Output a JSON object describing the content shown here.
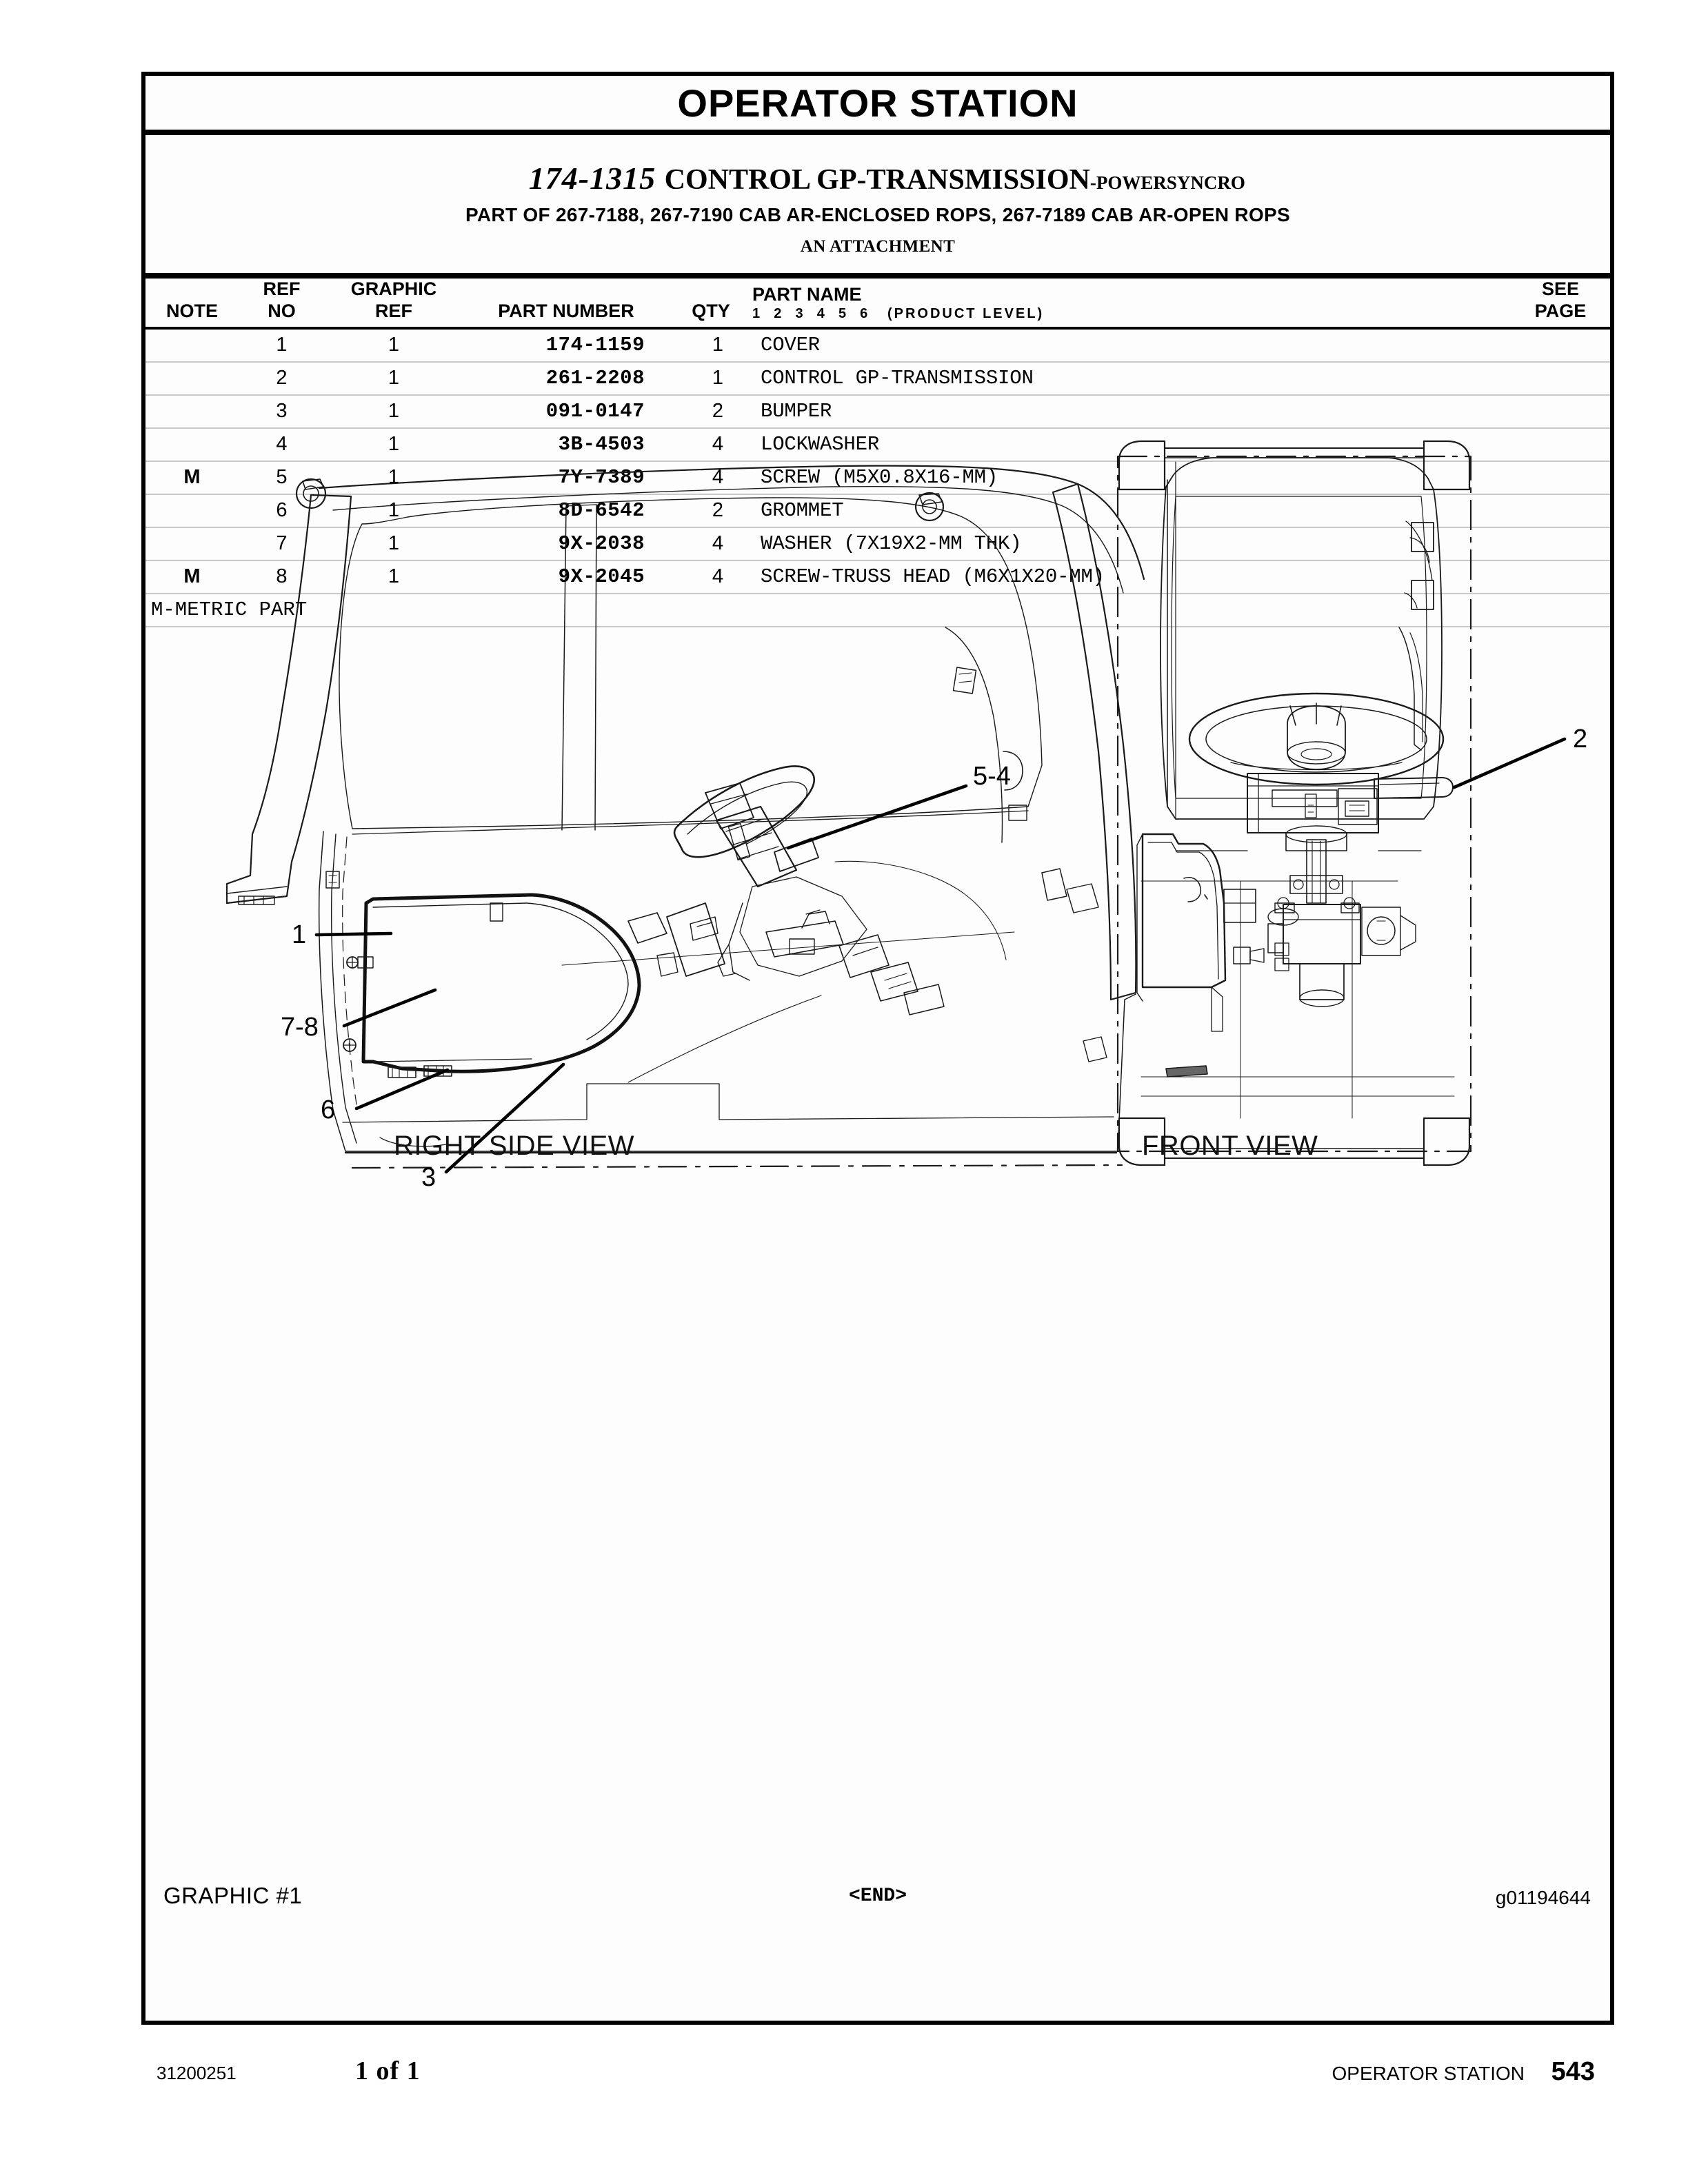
{
  "header": {
    "section_title": "OPERATOR STATION",
    "assembly_number": "174-1315",
    "assembly_name": "CONTROL GP-TRANSMISSION",
    "assembly_suffix": "-POWERSYNCRO",
    "part_of_line": "PART OF 267-7188, 267-7190 CAB AR-ENCLOSED ROPS, 267-7189 CAB AR-OPEN ROPS",
    "attachment_line": "AN ATTACHMENT"
  },
  "table": {
    "columns": {
      "note": "NOTE",
      "ref_no_top": "REF",
      "ref_no_bottom": "NO",
      "graphic_ref_top": "GRAPHIC",
      "graphic_ref_bottom": "REF",
      "part_number": "PART NUMBER",
      "qty": "QTY",
      "part_name": "PART NAME",
      "product_level_scale": "1  2  3  4  5  6   (PRODUCT LEVEL)",
      "see_page_top": "SEE",
      "see_page_bottom": "PAGE"
    },
    "rows": [
      {
        "note": "",
        "ref_no": "1",
        "graphic_ref": "1",
        "part_number": "174-1159",
        "qty": "1",
        "part_name": "COVER",
        "see_page": ""
      },
      {
        "note": "",
        "ref_no": "2",
        "graphic_ref": "1",
        "part_number": "261-2208",
        "qty": "1",
        "part_name": "CONTROL GP-TRANSMISSION",
        "see_page": ""
      },
      {
        "note": "",
        "ref_no": "3",
        "graphic_ref": "1",
        "part_number": "091-0147",
        "qty": "2",
        "part_name": "BUMPER",
        "see_page": ""
      },
      {
        "note": "",
        "ref_no": "4",
        "graphic_ref": "1",
        "part_number": "3B-4503",
        "qty": "4",
        "part_name": "LOCKWASHER",
        "see_page": ""
      },
      {
        "note": "M",
        "ref_no": "5",
        "graphic_ref": "1",
        "part_number": "7Y-7389",
        "qty": "4",
        "part_name": "SCREW (M5X0.8X16-MM)",
        "see_page": ""
      },
      {
        "note": "",
        "ref_no": "6",
        "graphic_ref": "1",
        "part_number": "8D-6542",
        "qty": "2",
        "part_name": "GROMMET",
        "see_page": ""
      },
      {
        "note": "",
        "ref_no": "7",
        "graphic_ref": "1",
        "part_number": "9X-2038",
        "qty": "4",
        "part_name": "WASHER (7X19X2-MM THK)",
        "see_page": ""
      },
      {
        "note": "M",
        "ref_no": "8",
        "graphic_ref": "1",
        "part_number": "9X-2045",
        "qty": "4",
        "part_name": "SCREW-TRUSS HEAD (M6X1X20-MM)",
        "see_page": ""
      }
    ],
    "footnote": "M-METRIC PART"
  },
  "illustration": {
    "view_left_label": "RIGHT SIDE VIEW",
    "view_right_label": "FRONT VIEW",
    "callouts_left": [
      {
        "label": "5-4"
      },
      {
        "label": "1"
      },
      {
        "label": "7-8"
      },
      {
        "label": "6"
      },
      {
        "label": "3"
      }
    ],
    "callouts_right": [
      {
        "label": "2"
      }
    ]
  },
  "graphic_strip": {
    "graphic_no": "GRAPHIC #1",
    "end_mark": "<END>",
    "graphic_id": "g01194644"
  },
  "footer": {
    "doc_number": "31200251",
    "sheet": "1 of 1",
    "section": "OPERATOR STATION",
    "page_number": "543"
  },
  "colors": {
    "ink": "#000000",
    "paper": "#fdfdfd",
    "rule_light": "#c9c9c9"
  }
}
